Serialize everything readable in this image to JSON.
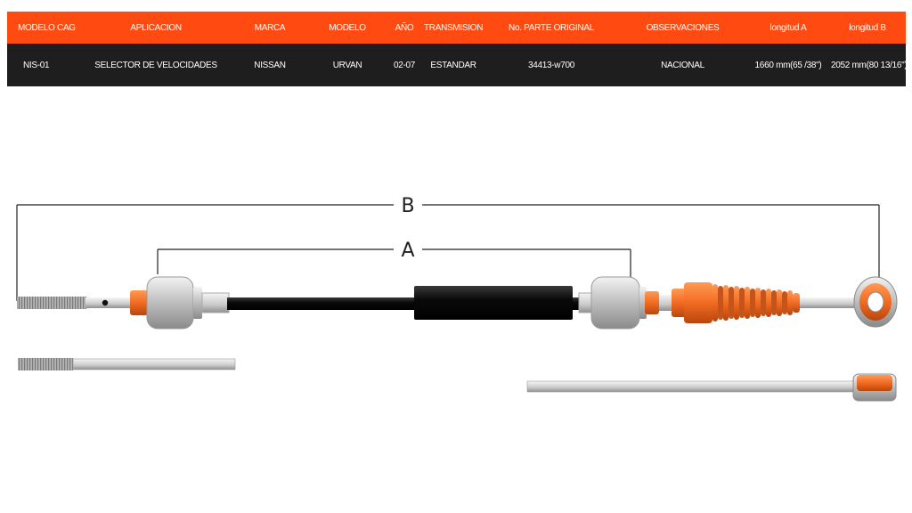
{
  "table": {
    "headers": [
      "MODELO CAG",
      "APLICACION",
      "MARCA",
      "MODELO",
      "AÑO",
      "TRANSMISION",
      "No. PARTE ORIGINAL",
      "OBSERVACIONES",
      "longitud A",
      "longitud B"
    ],
    "row": [
      "NIS-01",
      "SELECTOR DE VELOCIDADES",
      "NISSAN",
      "URVAN",
      "02-07",
      "ESTANDAR",
      "34413-w700",
      "NACIONAL",
      "1660 mm(65 /38\")",
      "2052 mm(80 13/16\")"
    ]
  },
  "diagram": {
    "label_a": "A",
    "label_b": "B"
  },
  "colors": {
    "header_bg": "#ff4a12",
    "row_bg": "#1e1e1e",
    "accent_orange": "#f26b21",
    "cable_black": "#111111",
    "metal_grey": "#c8c8c8"
  }
}
